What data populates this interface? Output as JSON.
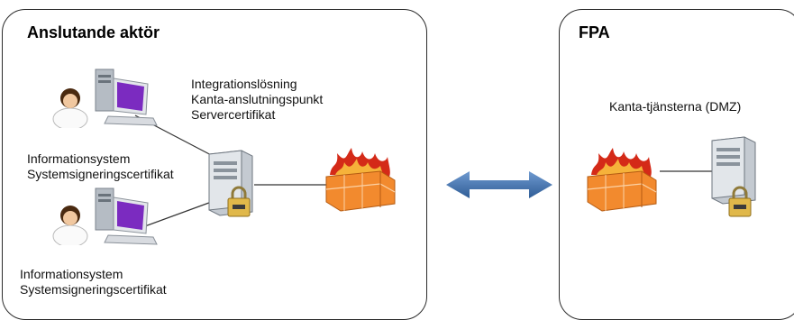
{
  "left_panel": {
    "title": "Anslutande aktör",
    "integration_labels": [
      "Integrationslösning",
      "Kanta-anslutningspunkt",
      "Servercertifikat"
    ],
    "client_top_labels": [
      "Informationsystem",
      "Systemsigneringscertifikat"
    ],
    "client_bottom_labels": [
      "Informationsystem",
      "Systemsigneringscertifikat"
    ]
  },
  "right_panel": {
    "title": "FPA",
    "service_label": "Kanta-tjänsterna (DMZ)"
  },
  "colors": {
    "arrow": "#3f6fa8",
    "firewall_brick": "#f28a2e",
    "flame": "#d42a18",
    "server": "#9aa3ad",
    "monitor_screen": "#7b2bc0",
    "user_head": "#4a2a10",
    "lock": "#e0b84a"
  },
  "icons": [
    "user-icon",
    "computer-icon",
    "server-icon",
    "firewall-icon",
    "lock-icon",
    "bidirectional-arrow-icon"
  ]
}
